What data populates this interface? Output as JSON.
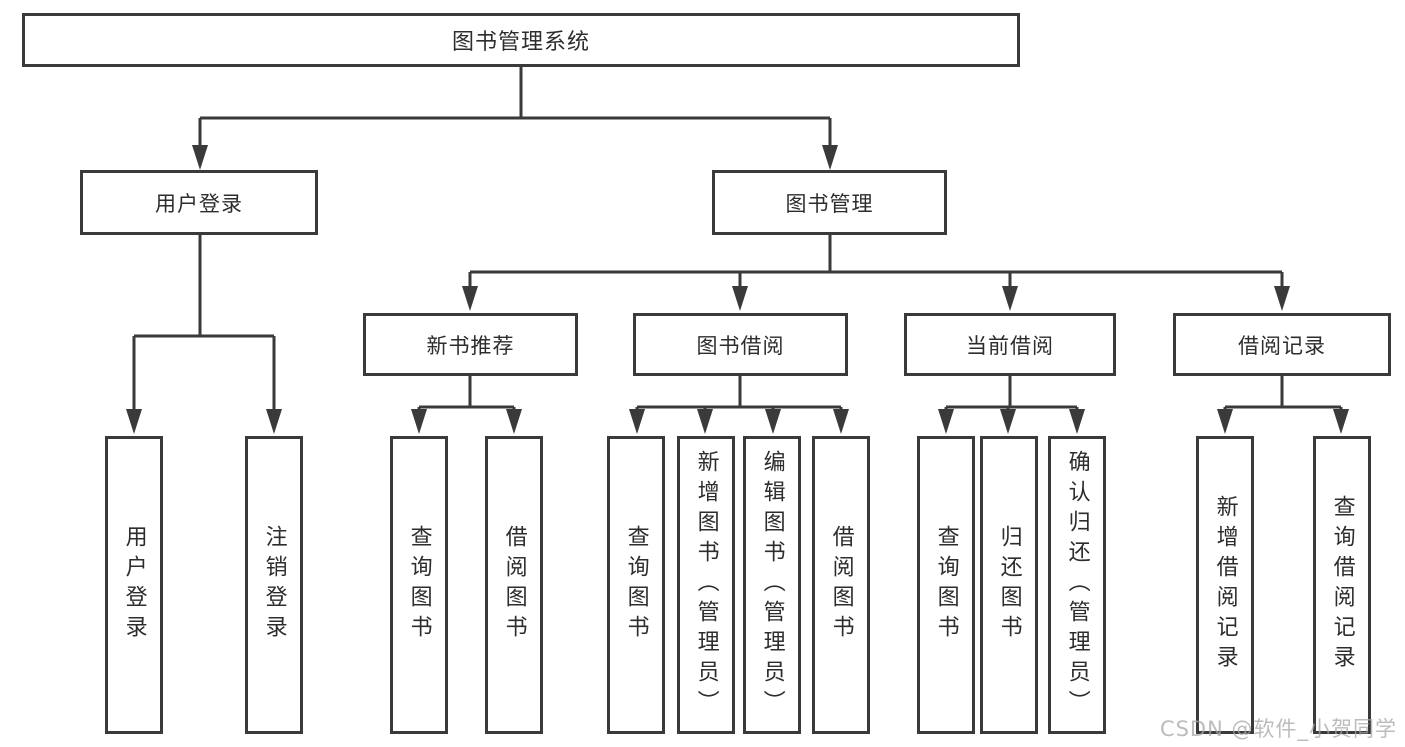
{
  "diagram": {
    "title": "图书管理系统",
    "level2": {
      "user_login": "用户登录",
      "book_mgmt": "图书管理"
    },
    "level3": {
      "new_rec": "新书推荐",
      "book_borrow": "图书借阅",
      "current_borrow": "当前借阅",
      "borrow_records": "借阅记录"
    },
    "leaves": {
      "login": [
        "用户登录",
        "注销登录"
      ],
      "new_rec": [
        "查询图书",
        "借阅图书"
      ],
      "book_borrow": [
        "查询图书",
        "新增图书（管理员）",
        "编辑图书（管理员）",
        "借阅图书"
      ],
      "current_borrow": [
        "查询图书",
        "归还图书",
        "确认归还（管理员）"
      ],
      "borrow_records": [
        "新增借阅记录",
        "查询借阅记录"
      ]
    },
    "watermark": "CSDN @软件_小贺同学",
    "colors": {
      "line": "#3a3a3a",
      "text": "#2d2d2d",
      "background": "#ffffff",
      "watermark": "#a5a5a5"
    }
  }
}
